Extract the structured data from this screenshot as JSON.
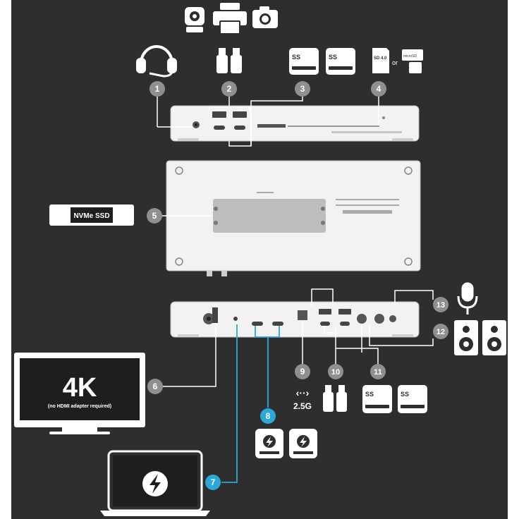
{
  "colors": {
    "background": "#2e2e2e",
    "callout_gray": "#8f8f8f",
    "callout_blue": "#2aa8d8",
    "device_body": "#f2f2f2",
    "line_white": "#ffffff"
  },
  "callouts": {
    "c1": "1",
    "c2": "2",
    "c3": "3",
    "c4": "4",
    "c5": "5",
    "c6": "6",
    "c7": "7",
    "c8": "8",
    "c9": "9",
    "c10": "10",
    "c11": "11",
    "c12": "12",
    "c13": "13"
  },
  "labels": {
    "nvme": "NVMe SSD",
    "or": "or",
    "speed": "2.5G",
    "monitor_title": "4K",
    "monitor_sub": "(no HDMI adapter required)",
    "sd": "SD 4.0",
    "microsd": "microSD",
    "ss": "SS"
  },
  "icons": {
    "top_row": [
      "webcam-icon",
      "printer-icon",
      "camera-icon"
    ],
    "c1": "headset-icon",
    "c2": "usb-flash-drive-icon",
    "c3": "usb-ssd-icon",
    "c4": "sd-card-icon",
    "c5": "nvme-ssd-icon",
    "c6": "monitor-icon",
    "c7": "laptop-thunderbolt-icon",
    "c8": "thunderbolt-drive-icon",
    "c9": "ethernet-icon",
    "c10": "usb-flash-drive-icon",
    "c11": "usb-ssd-icon",
    "c12": "speaker-icon",
    "c13": "microphone-icon"
  }
}
